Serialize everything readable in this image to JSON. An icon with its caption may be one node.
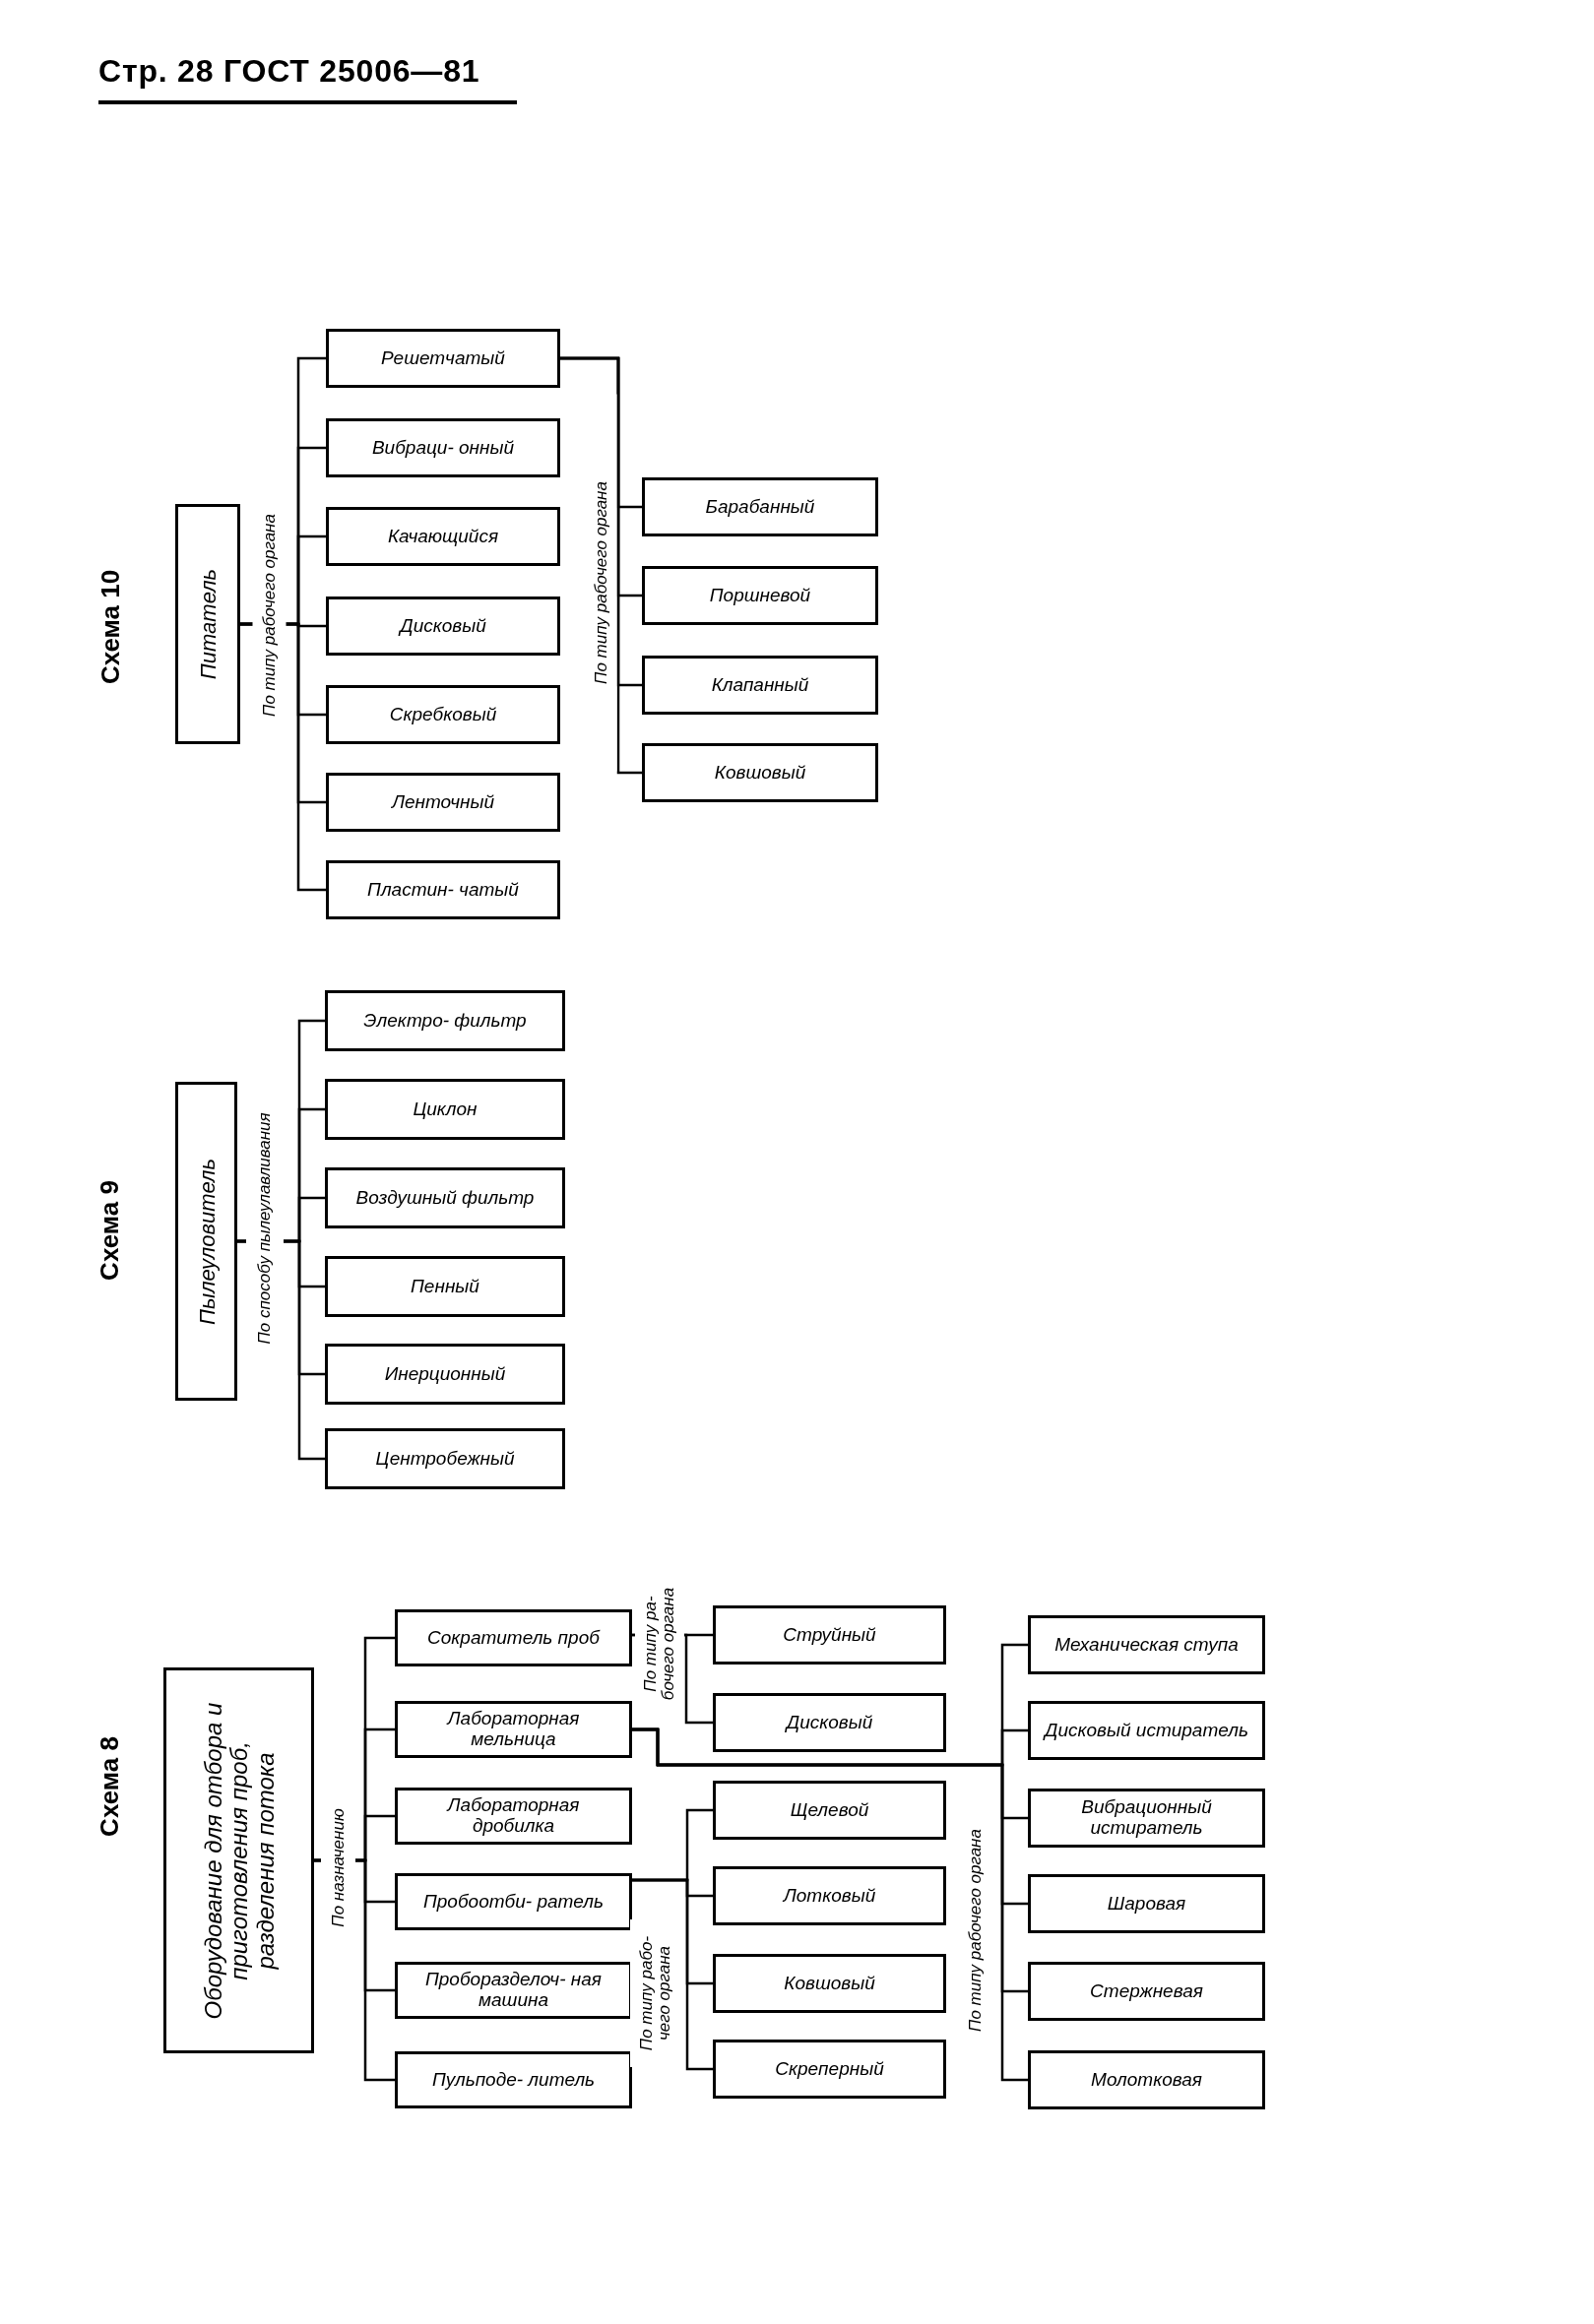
{
  "diagram": {
    "nodes": [
      {
        "text": [
          "Питатель"
        ]
      },
      {
        "text": [
          "Решетчатый"
        ]
      },
      {
        "text": [
          "Вибраци- онный"
        ]
      },
      {
        "text": [
          "Качающийся"
        ]
      },
      {
        "text": [
          "Дисковый"
        ]
      },
      {
        "text": [
          "Скребковый"
        ]
      },
      {
        "text": [
          "Ленточный"
        ]
      },
      {
        "text": [
          "Пластин- чатый"
        ]
      },
      {
        "text": [
          "Барабанный"
        ]
      },
      {
        "text": [
          "Поршневой"
        ]
      },
      {
        "text": [
          "Клапанный"
        ]
      },
      {
        "text": [
          "Ковшовый"
        ]
      },
      {
        "text": [
          "Пылеуловитель"
        ]
      },
      {
        "text": [
          "Электро- фильтр"
        ]
      },
      {
        "text": [
          "Циклон"
        ]
      },
      {
        "text": [
          "Воздушный фильтр"
        ]
      },
      {
        "text": [
          "Пенный"
        ]
      },
      {
        "text": [
          "Инерционный"
        ]
      },
      {
        "text": [
          "Центробежный"
        ]
      },
      {
        "text": [
          "Оборудование для отбора и приготовления проб, разделения потока"
        ]
      },
      {
        "text": [
          "Сократитель проб"
        ]
      },
      {
        "text": [
          "Лабораторная мельница"
        ]
      },
      {
        "text": [
          "Лабораторная дробилка"
        ]
      },
      {
        "text": [
          "Пробоотби- ратель"
        ]
      },
      {
        "text": [
          "Проборазделоч- ная машина"
        ]
      },
      {
        "text": [
          "Пульподе- литель"
        ]
      },
      {
        "text": [
          "Струйный"
        ]
      },
      {
        "text": [
          "Дисковый"
        ]
      },
      {
        "text": [
          "Щелевой"
        ]
      },
      {
        "text": [
          "Лотковый"
        ]
      },
      {
        "text": [
          "Ковшовый"
        ]
      },
      {
        "text": [
          "Скреперный"
        ]
      },
      {
        "text": [
          "Механическая ступа"
        ]
      },
      {
        "text": [
          "Дисковый истиратель"
        ]
      },
      {
        "text": [
          "Вибрационный истиратель"
        ]
      },
      {
        "text": [
          "Шаровая"
        ]
      },
      {
        "text": [
          "Стержневая"
        ]
      },
      {
        "text": [
          "Молотковая"
        ]
      }
    ],
    "edges": [
      {
        "from": 0,
        "to": 1,
        "arrow": "none"
      },
      {
        "from": 0,
        "to": 2,
        "arrow": "none"
      },
      {
        "from": 0,
        "to": 3,
        "arrow": "none"
      },
      {
        "from": 0,
        "to": 4,
        "arrow": "none"
      },
      {
        "from": 0,
        "to": 5,
        "arrow": "none"
      },
      {
        "from": 0,
        "to": 6,
        "arrow": "none"
      },
      {
        "from": 0,
        "to": 7,
        "arrow": "none"
      },
      {
        "from": 1,
        "to": 8,
        "arrow": "none"
      },
      {
        "from": 1,
        "to": 9,
        "arrow": "none"
      },
      {
        "from": 1,
        "to": 10,
        "arrow": "none"
      },
      {
        "from": 1,
        "to": 11,
        "arrow": "none"
      },
      {
        "from": 12,
        "to": 13,
        "arrow": "none"
      },
      {
        "from": 12,
        "to": 14,
        "arrow": "none"
      },
      {
        "from": 12,
        "to": 15,
        "arrow": "none"
      },
      {
        "from": 12,
        "to": 16,
        "arrow": "none"
      },
      {
        "from": 12,
        "to": 17,
        "arrow": "none"
      },
      {
        "from": 12,
        "to": 18,
        "arrow": "none"
      },
      {
        "from": 19,
        "to": 20,
        "arrow": "none"
      },
      {
        "from": 19,
        "to": 21,
        "arrow": "none"
      },
      {
        "from": 19,
        "to": 22,
        "arrow": "none"
      },
      {
        "from": 19,
        "to": 23,
        "arrow": "none"
      },
      {
        "from": 19,
        "to": 24,
        "arrow": "none"
      },
      {
        "from": 19,
        "to": 25,
        "arrow": "none"
      },
      {
        "from": 20,
        "to": 26,
        "arrow": "none"
      },
      {
        "from": 20,
        "to": 27,
        "arrow": "none"
      },
      {
        "from": 21,
        "to": 32,
        "arrow": "none"
      },
      {
        "from": 21,
        "to": 33,
        "arrow": "none"
      },
      {
        "from": 21,
        "to": 34,
        "arrow": "none"
      },
      {
        "from": 21,
        "to": 35,
        "arrow": "none"
      },
      {
        "from": 21,
        "to": 36,
        "arrow": "none"
      },
      {
        "from": 21,
        "to": 37,
        "arrow": "none"
      },
      {
        "from": 23,
        "to": 28,
        "arrow": "none"
      },
      {
        "from": 23,
        "to": 29,
        "arrow": "none"
      },
      {
        "from": 23,
        "to": 30,
        "arrow": "none"
      },
      {
        "from": 23,
        "to": 31,
        "arrow": "none"
      }
    ],
    "labels": [
      "Стр. 28 ГОСТ 25006—81",
      "Схема 10",
      "По типу рабочего органа",
      "По типу рабочего органа",
      "Схема 9",
      "По способу пылеулавливания",
      "Схема 8",
      "По назначению",
      "По типу ра- бочего органа",
      "По типу рабо- чего органа",
      "По типу рабочего органа"
    ]
  }
}
